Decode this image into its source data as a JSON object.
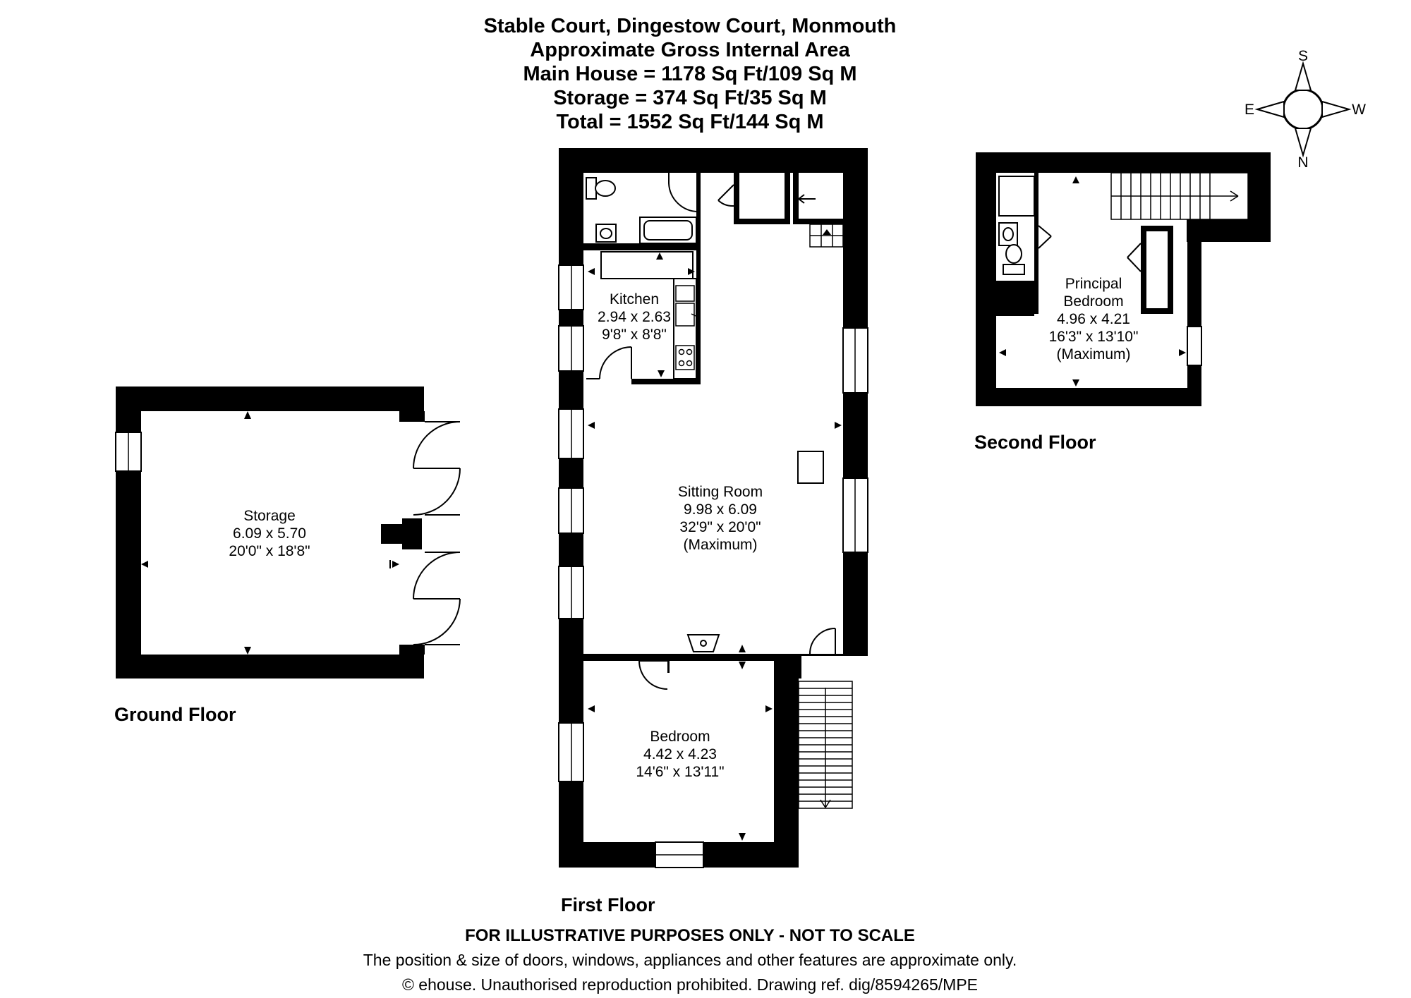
{
  "header": {
    "title": "Stable Court, Dingestow Court, Monmouth",
    "subtitle": "Approximate Gross Internal Area",
    "main_house": "Main House = 1178 Sq Ft/109 Sq M",
    "storage": "Storage = 374 Sq Ft/35 Sq M",
    "total": "Total = 1552 Sq Ft/144 Sq M"
  },
  "compass": {
    "top": "S",
    "right": "W",
    "bottom": "N",
    "left": "E"
  },
  "floors": {
    "ground": "Ground Floor",
    "first": "First Floor",
    "second": "Second Floor"
  },
  "rooms": {
    "storage": {
      "name": "Storage",
      "metric": "6.09 x 5.70",
      "imperial": "20'0\" x 18'8\""
    },
    "kitchen": {
      "name": "Kitchen",
      "metric": "2.94 x 2.63",
      "imperial": "9'8\" x 8'8\""
    },
    "sitting": {
      "name": "Sitting Room",
      "metric": "9.98 x 6.09",
      "imperial": "32'9\" x 20'0\"",
      "note": "(Maximum)"
    },
    "bedroom": {
      "name": "Bedroom",
      "metric": "4.42 x 4.23",
      "imperial": "14'6\" x 13'11\""
    },
    "principal": {
      "name_line1": "Principal",
      "name_line2": "Bedroom",
      "metric": "4.96 x 4.21",
      "imperial": "16'3\" x 13'10\"",
      "note": "(Maximum)"
    }
  },
  "footer": {
    "disclaimer": "FOR ILLUSTRATIVE PURPOSES ONLY - NOT TO SCALE",
    "note": "The position & size of doors, windows, appliances and other features are approximate only.",
    "copyright": "© ehouse. Unauthorised reproduction prohibited. Drawing ref. dig/8594265/MPE"
  }
}
